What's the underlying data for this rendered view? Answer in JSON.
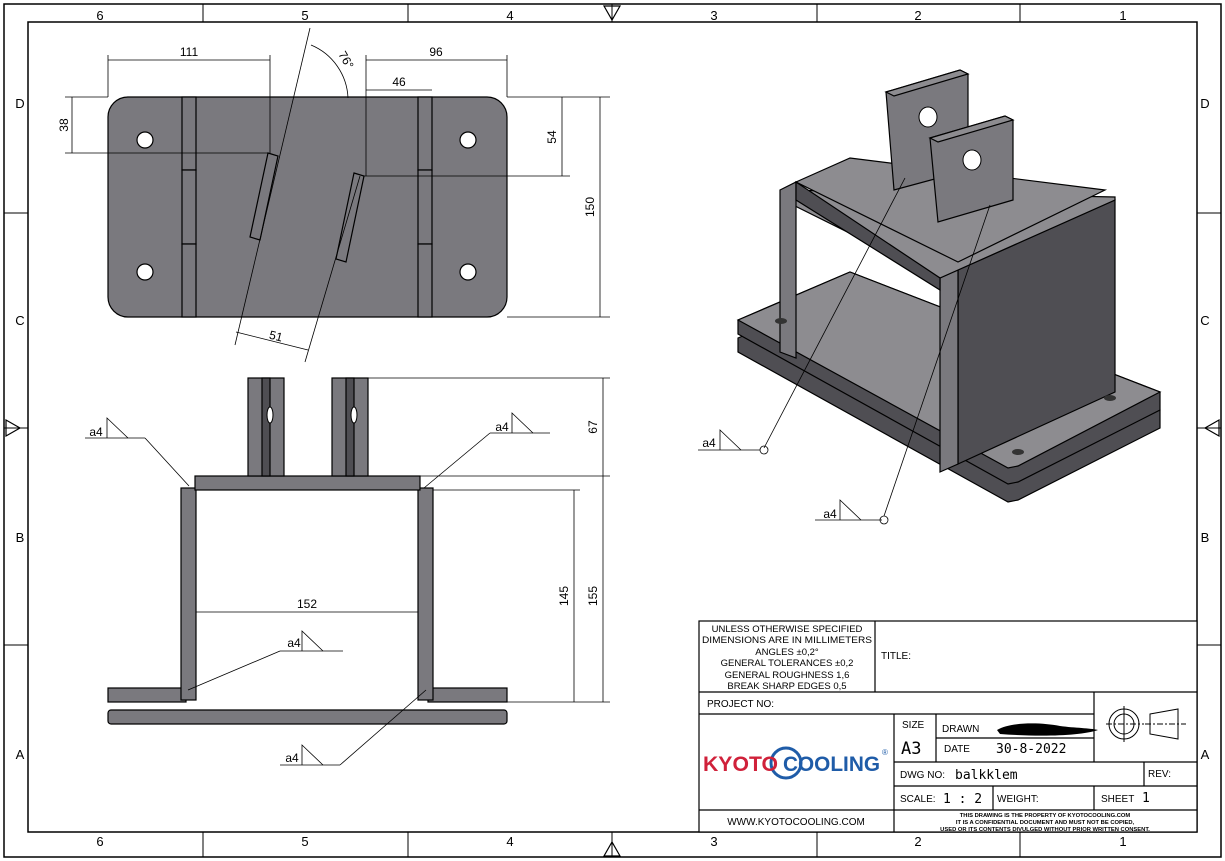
{
  "border": {
    "columns": [
      "6",
      "5",
      "4",
      "3",
      "2",
      "1"
    ],
    "rows": [
      "D",
      "C",
      "B",
      "A"
    ]
  },
  "top_view": {
    "dims": {
      "d111": "111",
      "d76": "76°",
      "d96": "96",
      "d46": "46",
      "d38": "38",
      "d54": "54",
      "d150": "150",
      "d51": "51"
    }
  },
  "front_view": {
    "dims": {
      "d67": "67",
      "d145": "145",
      "d155": "155",
      "d152": "152"
    },
    "welds": [
      "a4",
      "a4",
      "a4",
      "a4"
    ]
  },
  "iso_view": {
    "welds": [
      "a4",
      "a4"
    ]
  },
  "title_block": {
    "notes": [
      "UNLESS OTHERWISE SPECIFIED",
      "DIMENSIONS ARE IN MILLIMETERS",
      "ANGLES ±0,2°",
      "GENERAL TOLERANCES ±0,2",
      "GENERAL ROUGHNESS 1,6",
      "BREAK SHARP EDGES 0,5"
    ],
    "title_label": "TITLE:",
    "project_label": "PROJECT NO:",
    "logo": {
      "part1": "KYOTO",
      "part2": "COOLING",
      "reg": "®",
      "red": "#d0213a",
      "blue": "#1f5ca8"
    },
    "size_label": "SIZE",
    "size_value": "A3",
    "drawn_label": "DRAWN",
    "date_label": "DATE",
    "date_value": "30-8-2022",
    "dwg_label": "DWG NO:",
    "dwg_value": "balkklem",
    "rev_label": "REV:",
    "scale_label": "SCALE:",
    "scale_value": "1 : 2",
    "weight_label": "WEIGHT:",
    "sheet_label": "SHEET",
    "sheet_value": "1",
    "website": "WWW.KYOTOCOOLING.COM",
    "disclaimer": [
      "THIS DRAWING IS THE PROPERTY OF KYOTOCOOLING.COM",
      "IT IS A CONFIDENTIAL DOCUMENT AND MUST NOT BE COPIED,",
      "USED OR ITS CONTENTS DIVULGED WITHOUT PRIOR WRITTEN CONSENT."
    ]
  }
}
